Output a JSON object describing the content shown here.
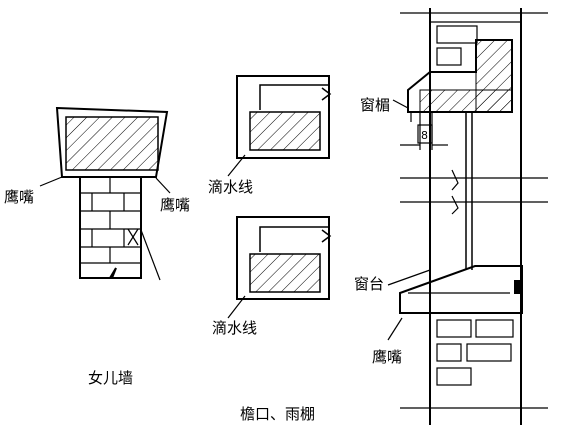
{
  "labels": {
    "parapet_title": "女儿墙",
    "parapet_left_drip": "鹰嘴",
    "parapet_right_drip": "鹰嘴",
    "eave_title": "檐口、雨棚",
    "drip_line_top": "滴水线",
    "drip_line_bottom": "滴水线",
    "window_lintel": "窗楣",
    "dimension": "8",
    "window_sill": "窗台",
    "sill_drip": "鹰嘴"
  }
}
